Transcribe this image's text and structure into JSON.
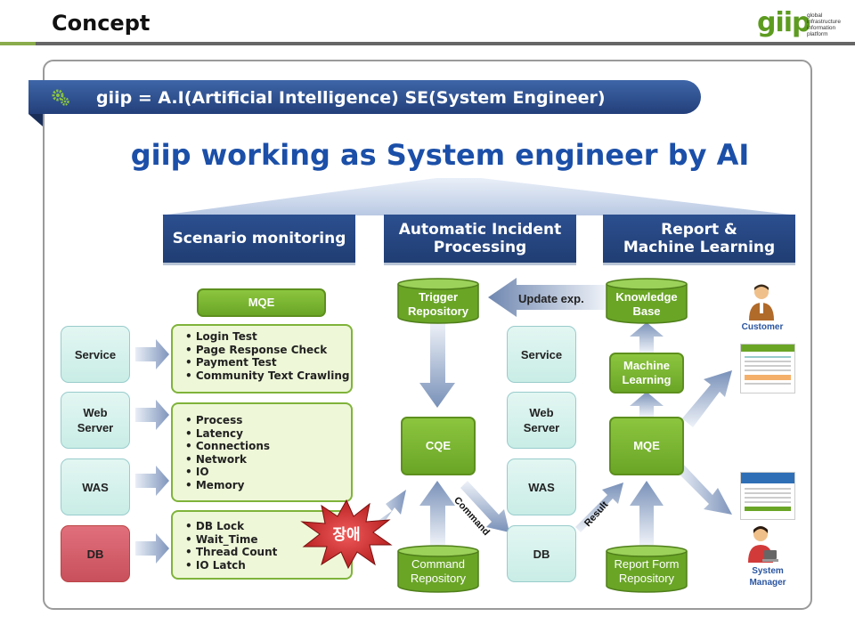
{
  "header": {
    "title": "Concept"
  },
  "logo": {
    "mark": "giip",
    "text": "global infrastructure information platform"
  },
  "banner": {
    "text": "giip = A.I(Artificial Intelligence) SE(System Engineer)"
  },
  "headline": "giip working as System engineer by AI",
  "columns": {
    "scenario": "Scenario monitoring",
    "incident_line1": "Automatic Incident",
    "incident_line2": "Processing",
    "report_line1": "Report &",
    "report_line2": "Machine Learning"
  },
  "left": {
    "mqe": "MQE",
    "service": "Service",
    "web_line1": "Web",
    "web_line2": "Server",
    "was": "WAS",
    "db": "DB",
    "service_checks": [
      "Login Test",
      "Page Response Check",
      "Payment Test",
      "Community Text Crawling"
    ],
    "server_metrics": [
      "Process",
      "Latency",
      "Connections",
      "Network",
      "IO",
      "Memory"
    ],
    "db_metrics": [
      "DB Lock",
      "Wait_Time",
      "Thread Count",
      "IO Latch"
    ],
    "fault_label": "장애"
  },
  "middle": {
    "trigger_line1": "Trigger",
    "trigger_line2": "Repository",
    "update_label": "Update exp.",
    "cqe": "CQE",
    "command_line1": "Command",
    "command_line2": "Repository",
    "command_arrow": "Command",
    "service": "Service",
    "web_line1": "Web",
    "web_line2": "Server",
    "was": "WAS",
    "db": "DB"
  },
  "right": {
    "kb_line1": "Knowledge",
    "kb_line2": "Base",
    "ml_line1": "Machine",
    "ml_line2": "Learning",
    "mqe": "MQE",
    "report_line1": "Report Form",
    "report_line2": "Repository",
    "result_arrow": "Result",
    "customer": "Customer",
    "sysmgr_line1": "System",
    "sysmgr_line2": "Manager"
  },
  "colors": {
    "accent_blue": "#1b4fa8",
    "header_navy": "#2c4f8f",
    "green": "#6aa526",
    "teal_box": "#d4f0ea",
    "db_red": "#d05a66"
  }
}
